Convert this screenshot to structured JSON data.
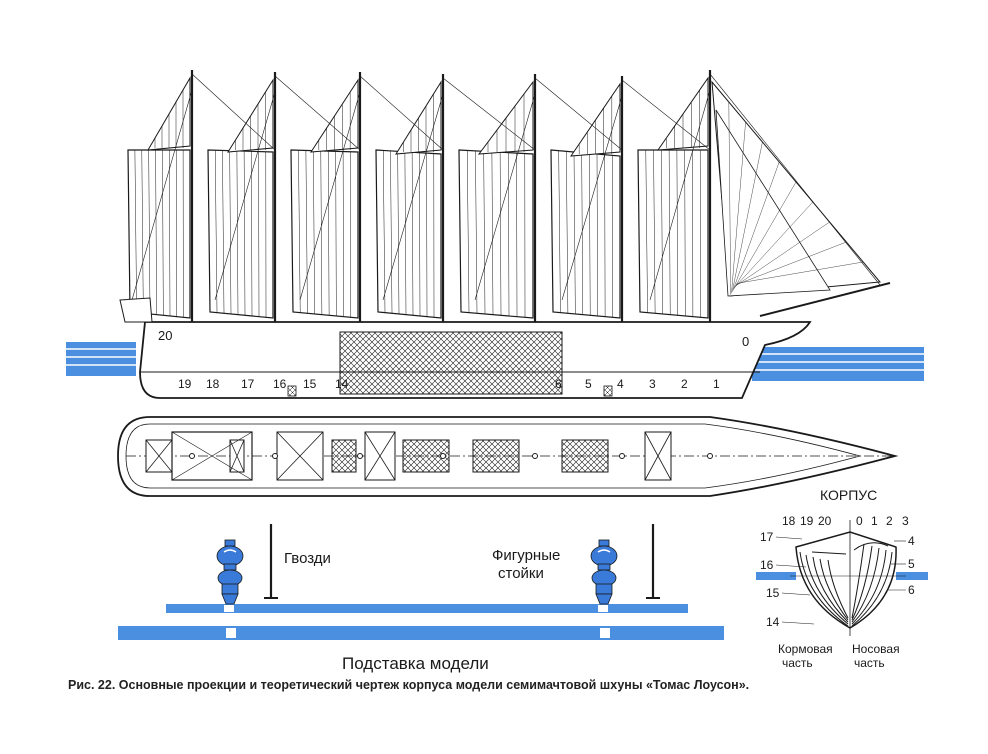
{
  "colors": {
    "ink": "#1a1a1a",
    "water": "#4a8fe0",
    "paper": "#ffffff"
  },
  "side_view": {
    "frame_label_left": "20",
    "frame_label_right": "0",
    "station_numbers": [
      "19",
      "18",
      "17",
      "16",
      "15",
      "14",
      "6",
      "5",
      "4",
      "3",
      "2",
      "1"
    ]
  },
  "stand": {
    "nails_label": "Гвозди",
    "posts_label_line1": "Фигурные",
    "posts_label_line2": "стойки",
    "stand_label": "Подставка модели"
  },
  "body_plan": {
    "title": "КОРПУС",
    "top_numbers": [
      "18",
      "19",
      "20",
      "0",
      "1",
      "2",
      "3"
    ],
    "left_numbers": [
      "17",
      "16",
      "15",
      "14"
    ],
    "right_numbers": [
      "4",
      "5",
      "6"
    ],
    "stern_label_line1": "Кормовая",
    "stern_label_line2": "часть",
    "bow_label_line1": "Носовая",
    "bow_label_line2": "часть"
  },
  "caption": {
    "text": "Рис. 22. Основные проекции и теоретический чертеж корпуса модели семимачтовой шхуны «Томас Лоусон»."
  }
}
